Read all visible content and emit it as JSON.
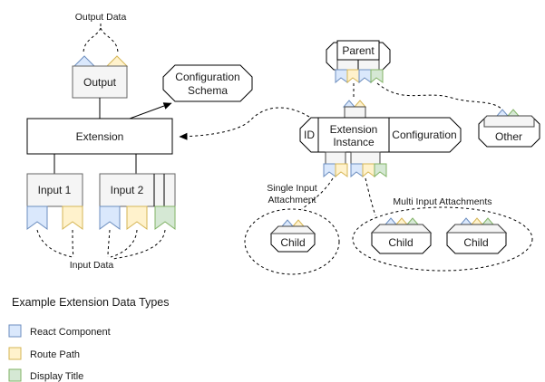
{
  "colors": {
    "react_fill": "#dae8fc",
    "react_stroke": "#6c8ebf",
    "route_fill": "#fff2cc",
    "route_stroke": "#d6b656",
    "display_fill": "#d5e8d4",
    "display_stroke": "#82b366",
    "gray_fill": "#f5f5f5",
    "gray_stroke": "#666666",
    "node_stroke": "#000000",
    "background": "#ffffff"
  },
  "annotations": {
    "output_data": "Output Data",
    "input_data": "Input Data",
    "single_attachment_line1": "Single Input",
    "single_attachment_line2": "Attachment",
    "multi_attachments": "Multi Input Attachments"
  },
  "nodes": {
    "output": "Output",
    "extension": "Extension",
    "config_schema_line1": "Configuration",
    "config_schema_line2": "Schema",
    "input1": "Input 1",
    "input2": "Input 2",
    "parent": "Parent",
    "instance_id": "ID",
    "instance_line1": "Extension",
    "instance_line2": "Instance",
    "instance_configuration": "Configuration",
    "other": "Other",
    "child": "Child"
  },
  "legend": {
    "title": "Example Extension Data Types",
    "items": [
      {
        "label": "React Component",
        "type": "react-component"
      },
      {
        "label": "Route Path",
        "type": "route-path"
      },
      {
        "label": "Display Title",
        "type": "display-title"
      }
    ]
  }
}
